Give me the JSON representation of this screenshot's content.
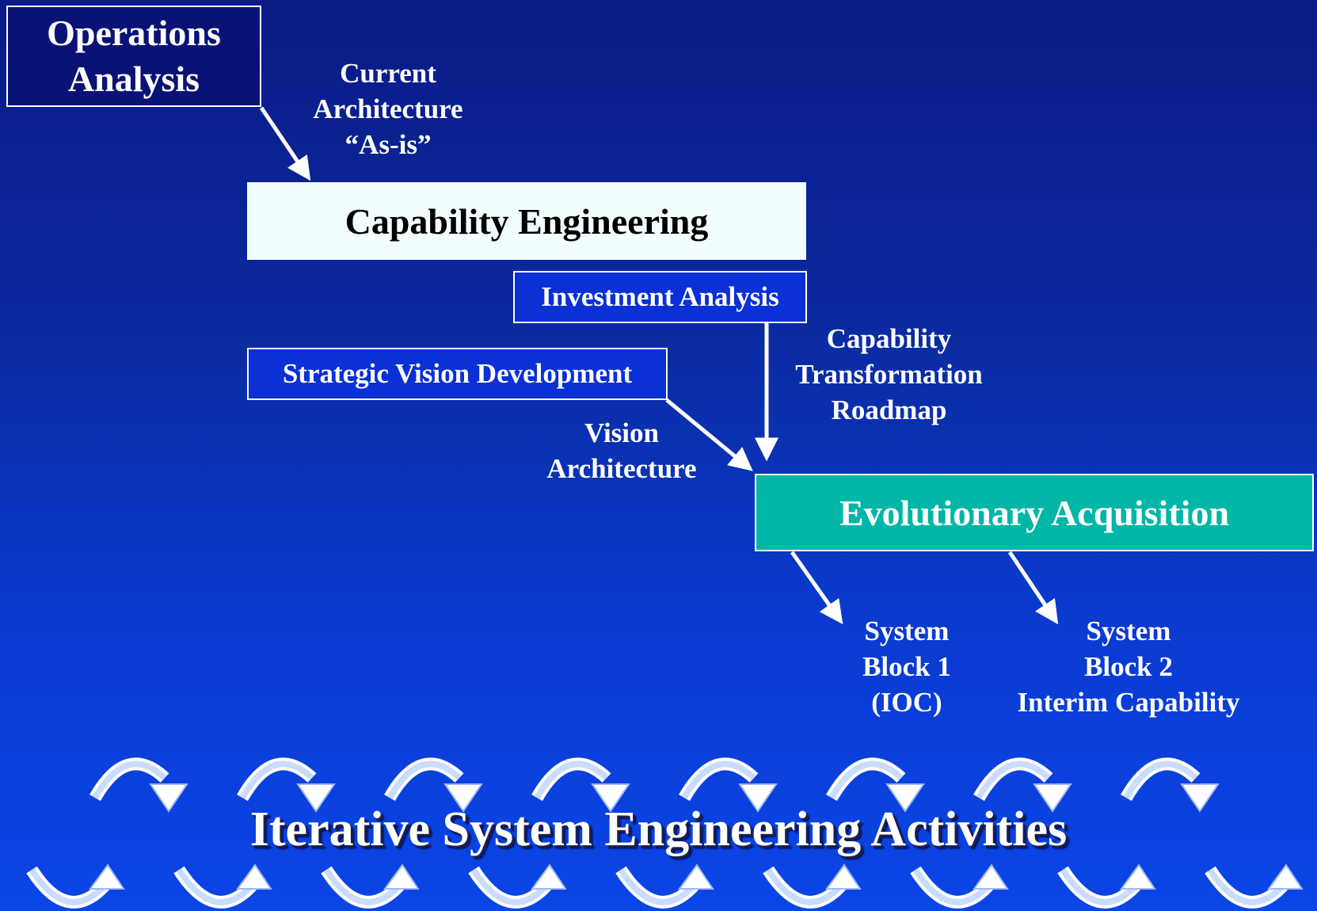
{
  "boxes": {
    "operations_analysis": "Operations\nAnalysis",
    "capability_engineering": "Capability Engineering",
    "investment_analysis": "Investment Analysis",
    "strategic_vision_development": "Strategic Vision Development",
    "evolutionary_acquisition": "Evolutionary Acquisition"
  },
  "labels": {
    "current_architecture": "Current\nArchitecture\n“As-is”",
    "capability_transformation_roadmap": "Capability\nTransformation\nRoadmap",
    "vision_architecture": "Vision\nArchitecture",
    "system_block_1": "System\nBlock 1\n(IOC)",
    "system_block_2": "System\nBlock 2\nInterim Capability"
  },
  "footer": {
    "title": "Iterative System Engineering Activities"
  },
  "colors": {
    "operations_box": "#0a1375",
    "capability_box": "#f2fdfd",
    "analysis_boxes": "#0a30d6",
    "evolutionary_box": "#00b6a7",
    "arrows": "#ffffff"
  },
  "icons": {
    "cycle_arrow": "curved-cycle-arrow-icon"
  }
}
